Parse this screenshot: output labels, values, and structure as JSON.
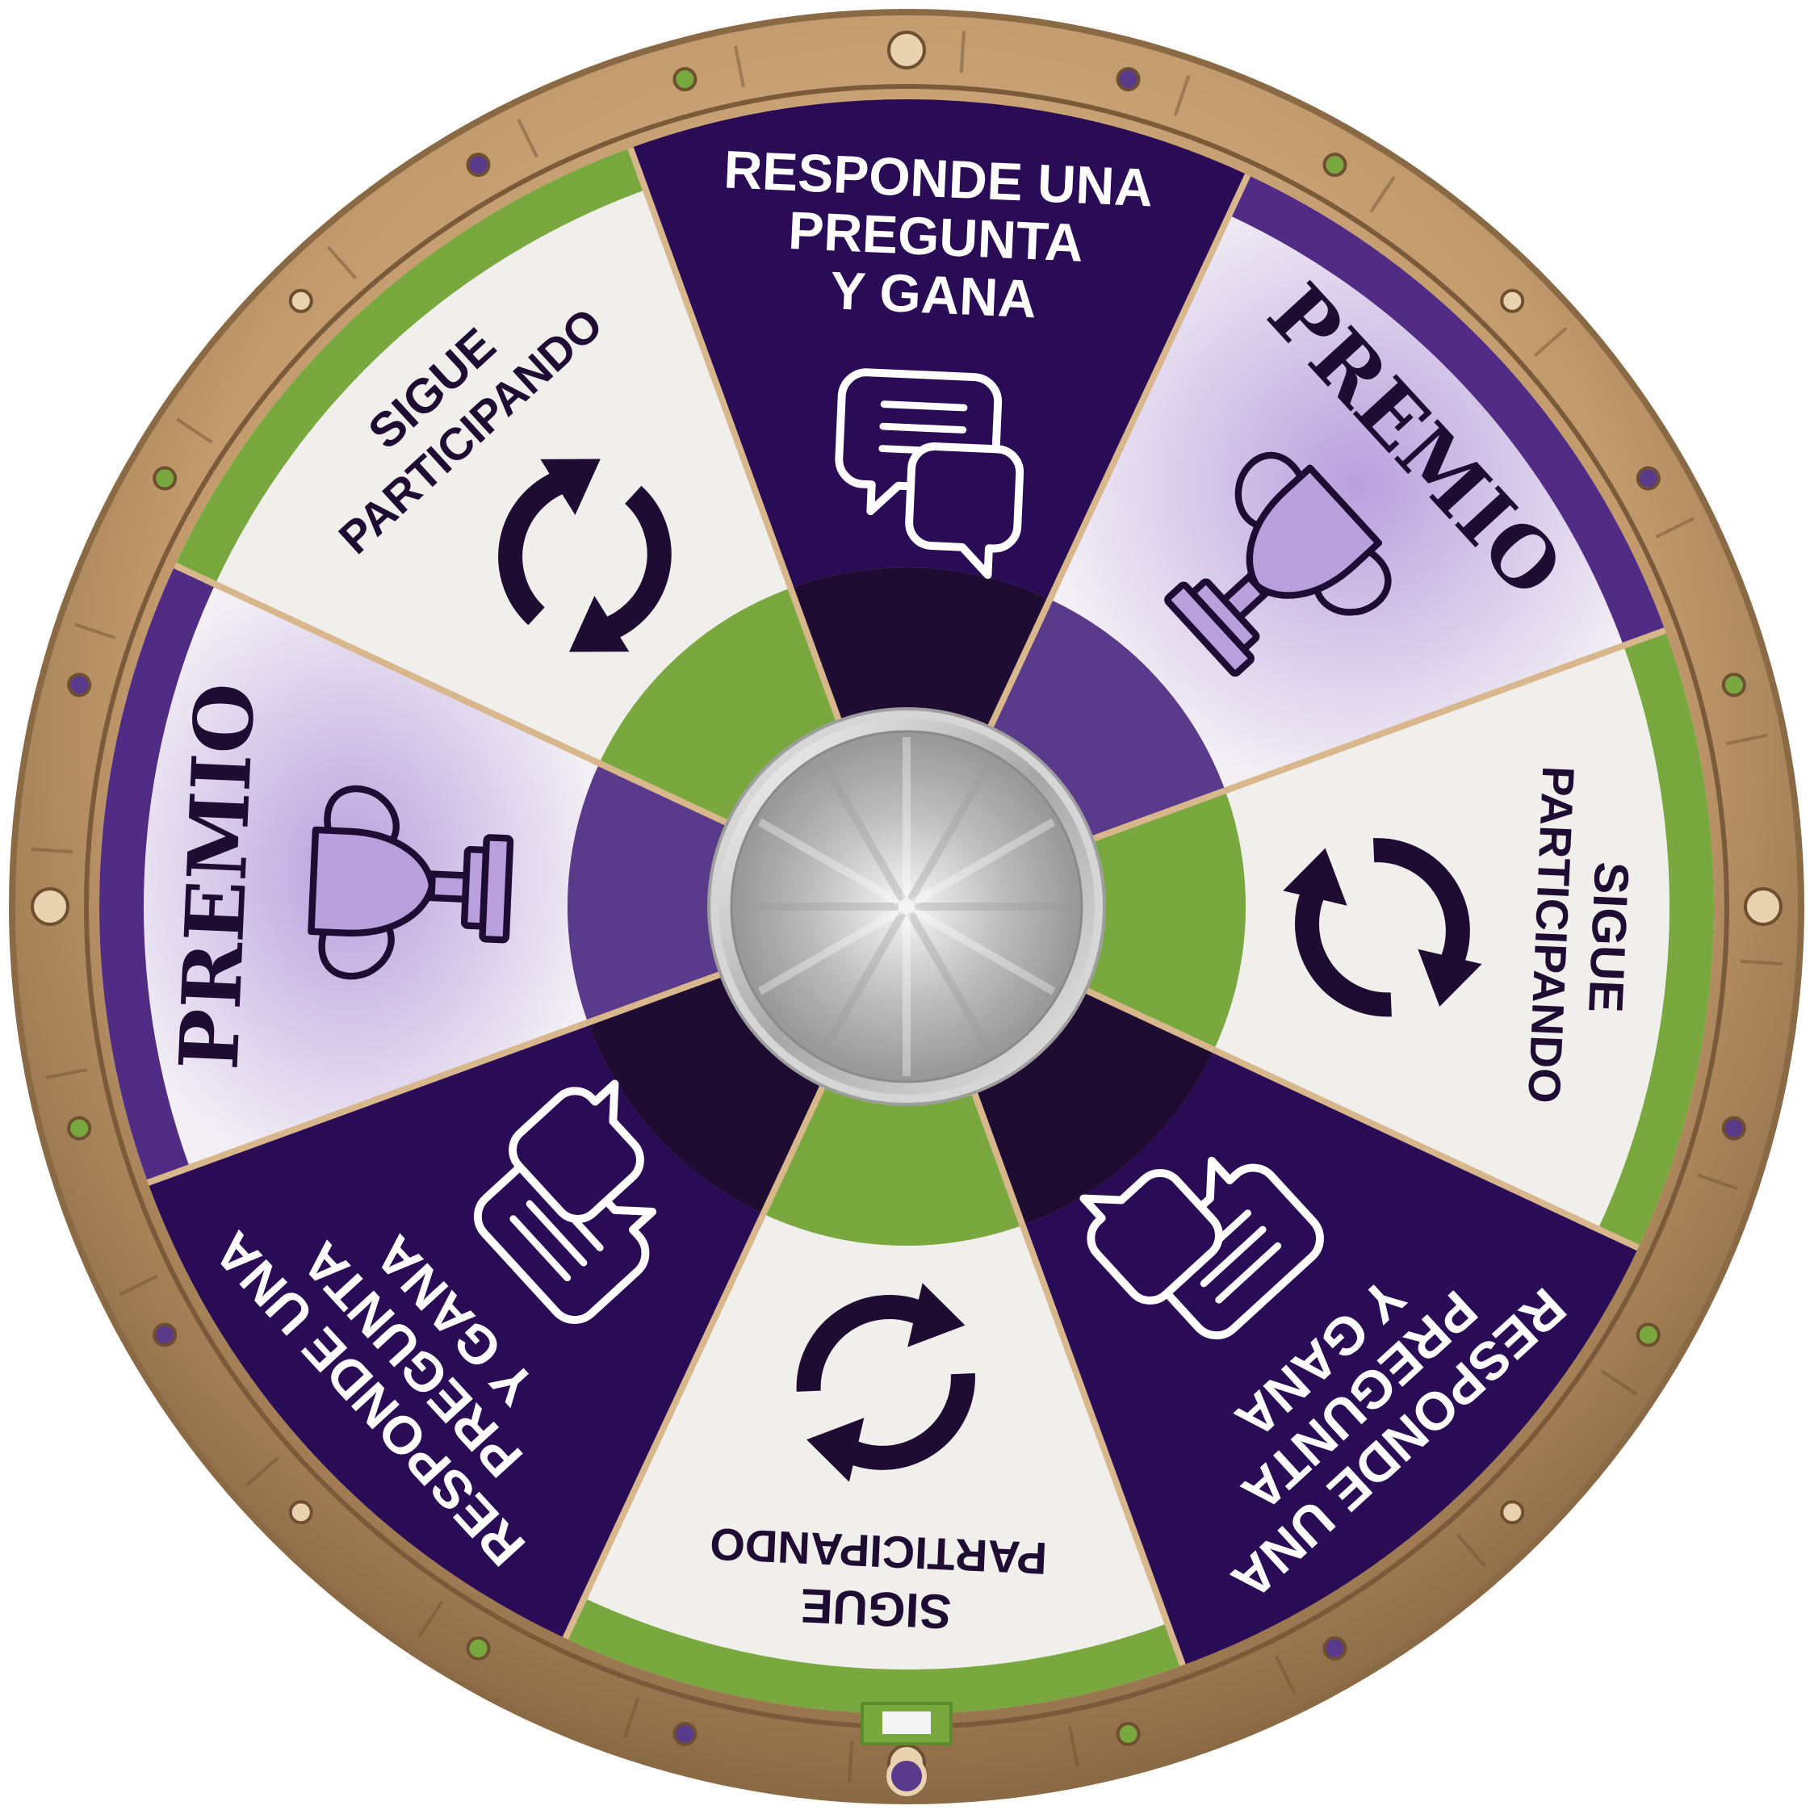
{
  "game": {
    "type": "prize-wheel",
    "colors": {
      "rim_gold": "#C9A073",
      "rim_dark": "#8A6A45",
      "dark_purple": "#2A0B56",
      "mid_purple": "#5A3A8A",
      "stripe_purple": "#512C85",
      "light_gray": "#F1EFEC",
      "green": "#79A83E",
      "lavender_center": "#B9A0DD",
      "hub_dark": "#1E0C33",
      "silver": "#CFCFCF"
    },
    "segments": [
      {
        "kind": "question",
        "line1": "RESPONDE UNA",
        "line2": "PREGUNTA",
        "line3": "Y GANA",
        "icon": "chat-bubbles-icon"
      },
      {
        "kind": "prize",
        "label": "PREMIO",
        "icon": "trophy-icon"
      },
      {
        "kind": "continue",
        "line1": "SIGUE",
        "line2": "PARTICIPANDO",
        "icon": "refresh-arrows-icon"
      },
      {
        "kind": "question",
        "line1": "RESPONDE UNA",
        "line2": "PREGUNTA",
        "line3": "Y GANA",
        "icon": "chat-bubbles-icon"
      },
      {
        "kind": "continue",
        "line1": "SIGUE",
        "line2": "PARTICIPANDO",
        "icon": "refresh-arrows-icon"
      },
      {
        "kind": "question",
        "line1": "RESPONDE UNA",
        "line2": "PREGUNTA",
        "line3": "Y GANA",
        "icon": "chat-bubbles-icon"
      },
      {
        "kind": "prize",
        "label": "PREMIO",
        "icon": "trophy-icon"
      },
      {
        "kind": "continue",
        "line1": "SIGUE",
        "line2": "PARTICIPANDO",
        "icon": "refresh-arrows-icon"
      }
    ],
    "hub": {
      "icon": "spin-knob-icon"
    },
    "pointer": {
      "icon": "pointer-tab-icon"
    }
  }
}
